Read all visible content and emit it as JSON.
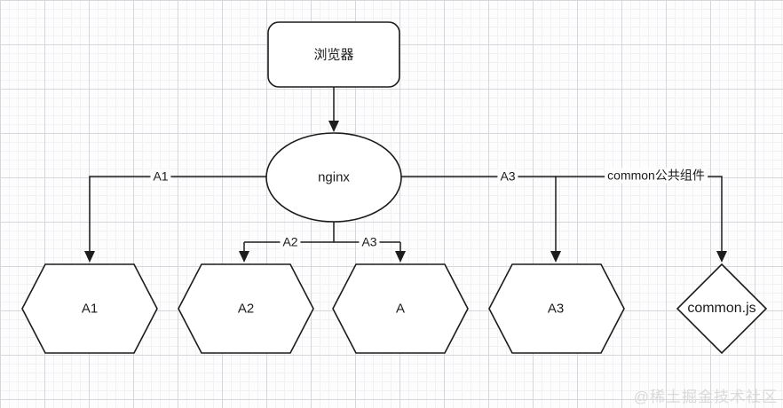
{
  "diagram": {
    "nodes": {
      "browser": {
        "label": "浏览器",
        "shape": "rounded-rectangle"
      },
      "nginx": {
        "label": "nginx",
        "shape": "ellipse"
      },
      "a1": {
        "label": "A1",
        "shape": "hexagon"
      },
      "a2": {
        "label": "A2",
        "shape": "hexagon"
      },
      "a": {
        "label": "A",
        "shape": "hexagon"
      },
      "a3": {
        "label": "A3",
        "shape": "hexagon"
      },
      "common_js": {
        "label": "common.js",
        "shape": "diamond"
      }
    },
    "edge_labels": {
      "nginx_to_a1": "A1",
      "nginx_to_a2": "A2",
      "nginx_to_a_mid": "A3",
      "nginx_to_a3": "A3",
      "nginx_to_common": "common公共组件"
    }
  },
  "watermark": {
    "text": "@稀土掘金技术社区"
  },
  "colors": {
    "stroke": "#1c1c1c",
    "node_fill": "#ffffff",
    "background": "#fdfdfd",
    "grid_major": "#d7d7db",
    "grid_minor": "#f1f1f3",
    "watermark": "#d9d9d9"
  }
}
